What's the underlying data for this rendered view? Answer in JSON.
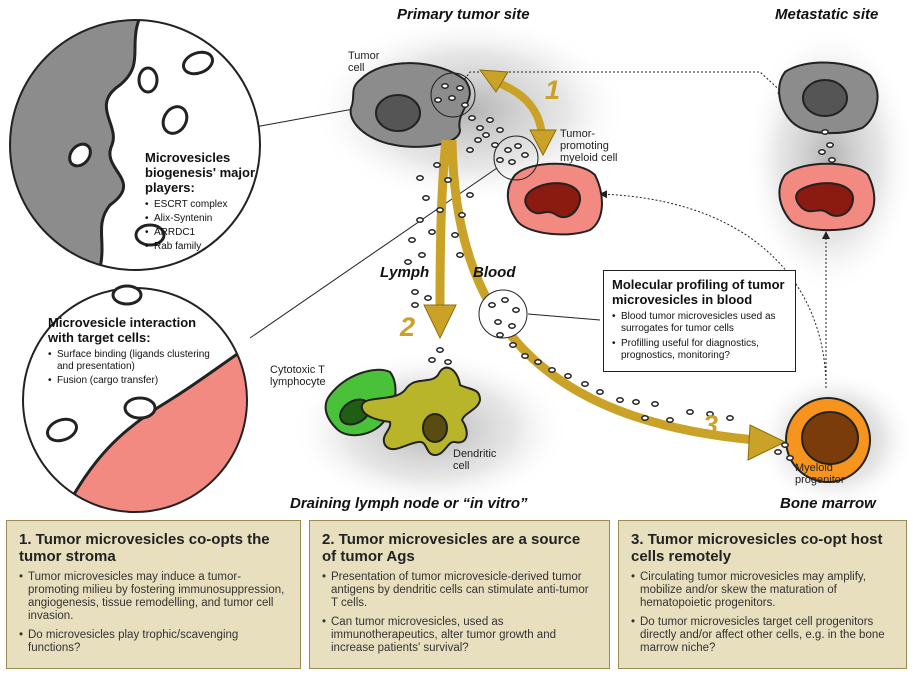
{
  "headings": {
    "primary": "Primary tumor site",
    "metastatic": "Metastatic site",
    "lymph_node": "Draining lymph node or “in vitro”",
    "bone_marrow": "Bone marrow"
  },
  "cells": {
    "tumor": "Tumor cell",
    "myeloid": "Tumor-promoting myeloid cell",
    "cytotoxic": "Cytotoxic T lymphocyte",
    "dendritic": "Dendritic cell",
    "progenitor": "Myeloid progenitor"
  },
  "routes": {
    "lymph": "Lymph",
    "blood": "Blood",
    "n1": "1",
    "n2": "2",
    "n3": "3"
  },
  "biogenesis": {
    "title": "Microvesicles biogenesis' major players:",
    "items": [
      "ESCRT complex",
      "Alix-Syntenin",
      "ARRDC1",
      "Rab family"
    ]
  },
  "interaction": {
    "title": "Microvesicle interaction with target cells:",
    "items": [
      "Surface binding (ligands clustering and presentation)",
      "Fusion (cargo transfer)"
    ]
  },
  "profiling": {
    "title": "Molecular profiling of tumor microvesicles in blood",
    "items": [
      "Blood tumor microvesicles used as surrogates for tumor cells",
      "Profilling useful for diagnostics, prognostics, monitoring?"
    ]
  },
  "panels": [
    {
      "title": "1. Tumor microvesicles co-opts the tumor stroma",
      "items": [
        "Tumor microvesicles may induce a tumor-promoting milieu by fostering immunosuppression, angiogenesis, tissue remodelling, and tumor cell invasion.",
        "Do microvesicles play trophic/scavenging functions?"
      ]
    },
    {
      "title": "2. Tumor microvesicles are a source of tumor Ags",
      "items": [
        "Presentation of tumor microvesicle-derived tumor antigens by dendritic cells can stimulate anti-tumor T cells.",
        "Can tumor microvesicles, used as immunotherapeutics, alter tumor growth and increase patients' survival?"
      ]
    },
    {
      "title": "3. Tumor microvesicles co-opt host cells remotely",
      "items": [
        "Circulating tumor microvesicles may amplify, mobilize and/or skew the maturation of hematopoietic progenitors.",
        "Do tumor microvesicles target cell progenitors directly and/or affect other cells, e.g. in the bone marrow niche?"
      ]
    }
  ],
  "colors": {
    "arrow": "#c9a227",
    "tumor_cell": "#8c8c8c",
    "myeloid_cell": "#f28a82",
    "nucleus_red": "#8b1a10",
    "progenitor": "#f7941d",
    "ctl": "#49c23a",
    "dendritic": "#b8b52a",
    "panel_bg": "#e8dfbf"
  }
}
